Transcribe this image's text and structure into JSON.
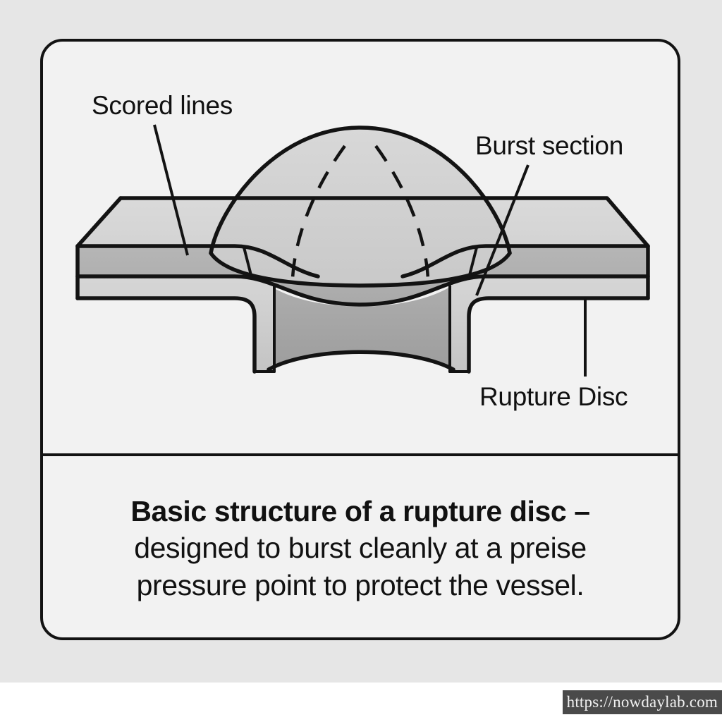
{
  "page": {
    "background_color": "#e6e6e6",
    "card_background": "#f2f2f2",
    "border_color": "#131313"
  },
  "diagram": {
    "title": "Basic structure of a rupture disc",
    "labels": [
      {
        "id": "scored-lines",
        "text": "Scored lines"
      },
      {
        "id": "burst-section",
        "text": "Burst section"
      },
      {
        "id": "rupture-disc",
        "text": "Rupture Disc"
      }
    ],
    "palette": {
      "dome_fill": "#d2d2d2",
      "flange_top_fill": "#d4d4d4",
      "flange_mid_fill": "#b0b0b0",
      "flange_bottom_fill": "#cfcfcf",
      "underside_fill": "#a8a8a8",
      "outline": "#131313"
    }
  },
  "caption": {
    "line1": "Basic structure of a rupture disc –",
    "line2": "designed to burst cleanly at a preise",
    "line3": "pressure point to protect the vessel."
  },
  "watermark": {
    "url": "https://nowdaylab.com"
  }
}
